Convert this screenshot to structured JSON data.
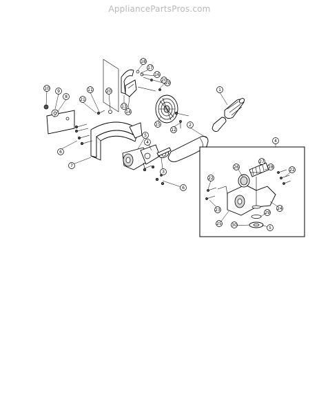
{
  "header": {
    "watermark": "AppliancePartsPros.com"
  },
  "callouts": {
    "c1": "1",
    "c2": "2",
    "c3": "3",
    "c4": "4",
    "c4i": "4",
    "c5": "5",
    "c5i": "5",
    "c6a": "6",
    "c6b": "6",
    "c7": "7",
    "c8": "8",
    "c9": "9",
    "c10": "10",
    "c11": "11",
    "c12": "12",
    "c13": "13",
    "c14": "14",
    "c15": "15",
    "c16": "16",
    "c17": "17",
    "c18": "18",
    "c19": "19",
    "c20a": "20",
    "c20b": "20",
    "c21": "21",
    "c22a": "22",
    "c22b": "22",
    "c23": "23",
    "c24": "24",
    "c25": "25",
    "c26": "26",
    "c27": "27",
    "c28": "28",
    "c29": "29",
    "c30": "30"
  },
  "colors": {
    "line": "#000000",
    "watermark": "#b8b8b8",
    "shade": "#d8d8d8"
  }
}
